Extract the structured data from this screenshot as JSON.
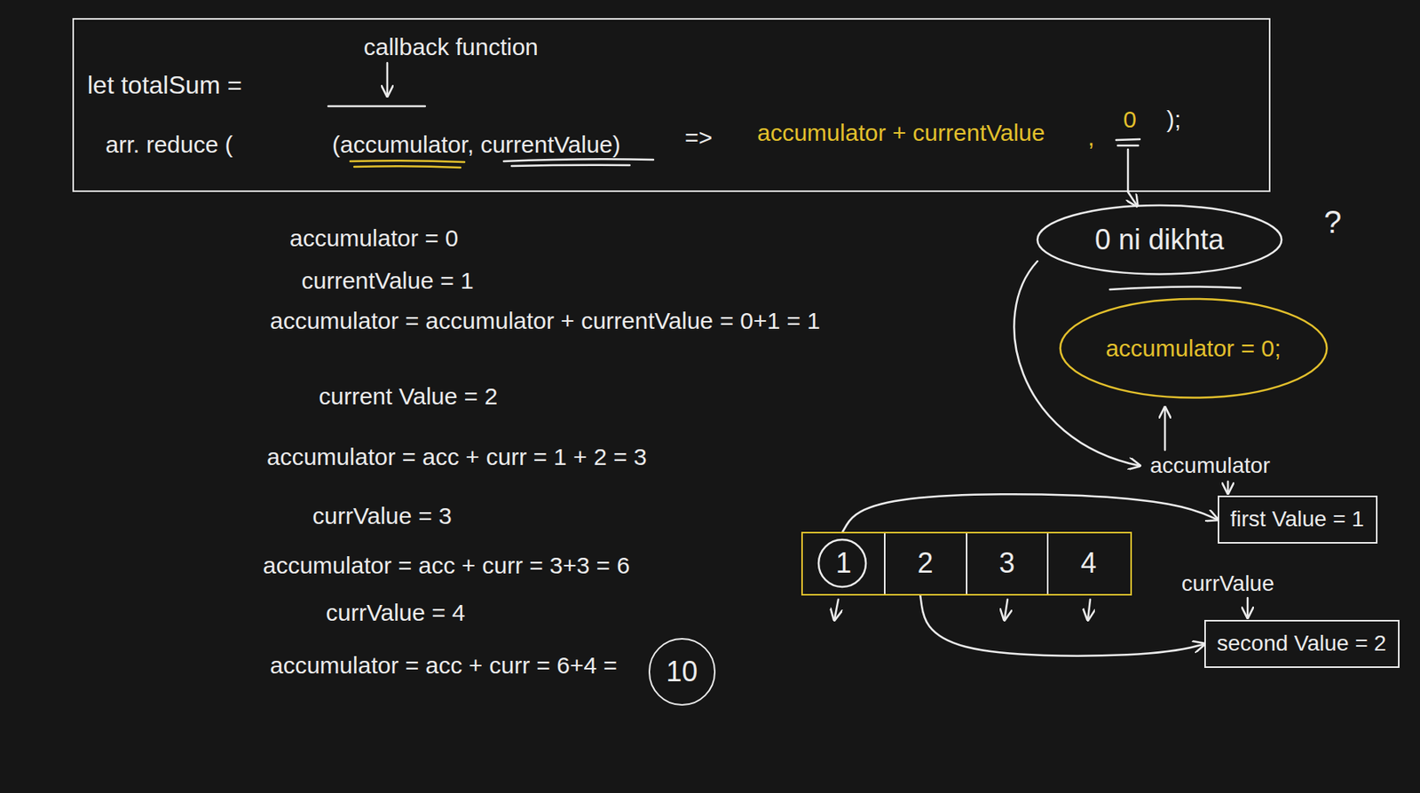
{
  "diagram": {
    "nodes": [
      {
        "text": [
          "callback function",
          "let totalSum =",
          "arr. reduce (",
          "(accumulator, currentValue)",
          "=>",
          "accumulator + currentValue",
          ",",
          "0",
          ");"
        ]
      },
      {
        "text": [
          "0 ni dikhta"
        ]
      },
      {
        "text": [
          "accumulator = 0;"
        ]
      },
      {
        "text": [
          "1",
          "2",
          "3",
          "4"
        ]
      },
      {
        "text": [
          "first Value = 1"
        ]
      },
      {
        "text": [
          "second Value = 2"
        ]
      },
      {
        "text": [
          "10"
        ]
      }
    ],
    "edges": [
      {
        "from": 0,
        "to": 1,
        "arrow": "to"
      },
      {
        "from": 3,
        "to": 4,
        "arrow": "to"
      },
      {
        "from": 3,
        "to": 5,
        "arrow": "to"
      }
    ],
    "labels": [
      "?",
      "accumulator = 0",
      "currentValue = 1",
      "accumulator = accumulator + currentValue = 0+1 = 1",
      "current Value = 2",
      "accumulator = acc + curr = 1 + 2 = 3",
      "currValue = 3",
      "accumulator = acc + curr = 3+3 = 6",
      "currValue = 4",
      "accumulator = acc + curr = 6+4 =",
      "accumulator",
      "currValue"
    ]
  }
}
